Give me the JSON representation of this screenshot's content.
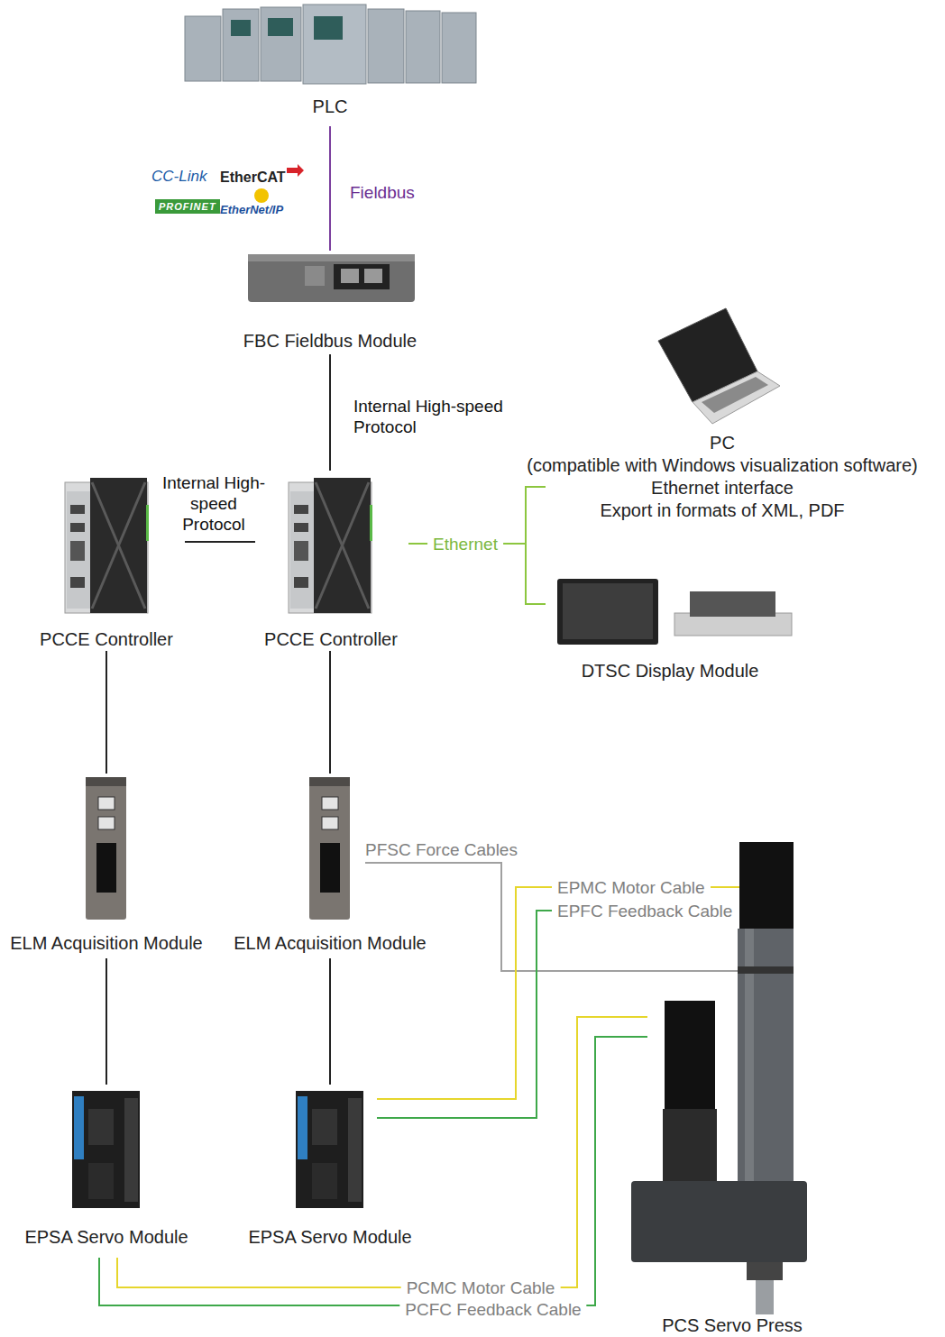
{
  "diagram": {
    "nodes": [
      {
        "text": [
          "PLC"
        ]
      },
      {
        "text": [
          "FBC Fieldbus Module"
        ]
      },
      {
        "text": [
          "PC",
          "(compatible with Windows visualization software)",
          "Ethernet interface",
          "Export in formats of XML, PDF"
        ]
      },
      {
        "text": [
          "PCCE Controller"
        ]
      },
      {
        "text": [
          "PCCE Controller"
        ]
      },
      {
        "text": [
          "DTSC Display Module"
        ]
      },
      {
        "text": [
          "ELM Acquisition Module"
        ]
      },
      {
        "text": [
          "ELM Acquisition Module"
        ]
      },
      {
        "text": [
          "EPSA Servo Module"
        ]
      },
      {
        "text": [
          "EPSA Servo Module"
        ]
      },
      {
        "text": [
          "PCS Servo Press"
        ]
      }
    ],
    "edges": [
      {
        "from": 0,
        "to": 1,
        "label": "Fieldbus",
        "arrow": "none"
      },
      {
        "from": 1,
        "to": 4,
        "label": "Internal High-speed Protocol",
        "arrow": "none"
      },
      {
        "from": 3,
        "to": 4,
        "label": "Internal High-speed Protocol",
        "arrow": "none"
      },
      {
        "from": 4,
        "to": 2,
        "label": "Ethernet",
        "arrow": "none"
      },
      {
        "from": 4,
        "to": 5,
        "arrow": "none"
      },
      {
        "from": 3,
        "to": 6,
        "arrow": "none"
      },
      {
        "from": 4,
        "to": 7,
        "arrow": "none"
      },
      {
        "from": 6,
        "to": 8,
        "arrow": "none"
      },
      {
        "from": 7,
        "to": 9,
        "arrow": "none"
      },
      {
        "from": 7,
        "to": 10,
        "label": "PFSC Force Cables",
        "arrow": "none"
      },
      {
        "from": 9,
        "to": 10,
        "label": "EPMC Motor Cable",
        "arrow": "none"
      },
      {
        "from": 9,
        "to": 10,
        "label": "EPFC Feedback Cable",
        "arrow": "none"
      },
      {
        "from": 8,
        "to": 10,
        "label": "PCMC Motor Cable",
        "arrow": "none"
      },
      {
        "from": 8,
        "to": 10,
        "label": "PCFC Feedback Cable",
        "arrow": "none"
      }
    ],
    "labels": [
      "CC-Link",
      "EtherCAT",
      "PROFINET",
      "EtherNet/IP"
    ]
  }
}
